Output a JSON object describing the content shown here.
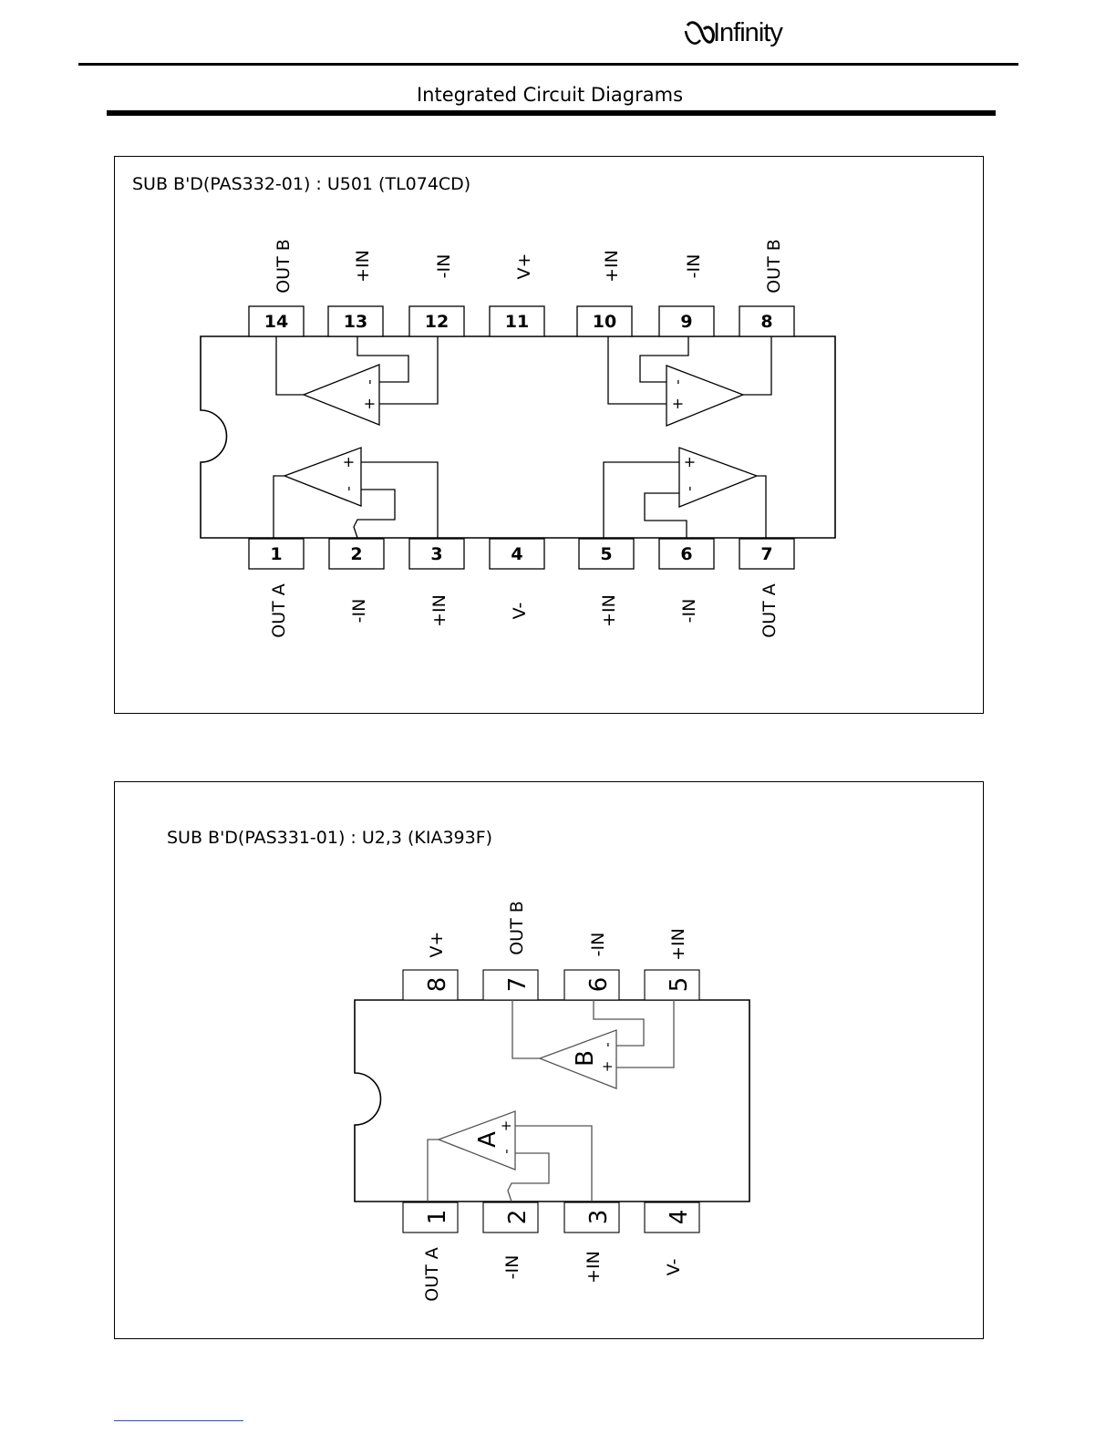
{
  "header": {
    "logo_text": "Infinity",
    "title": "Integrated Circuit Diagrams"
  },
  "ic1": {
    "title": "SUB B'D(PAS332-01) : U501 (TL074CD)",
    "top_pins": [
      {
        "num": "14",
        "label": "OUT B"
      },
      {
        "num": "13",
        "label": "+IN"
      },
      {
        "num": "12",
        "label": "-IN"
      },
      {
        "num": "11",
        "label": "V+"
      },
      {
        "num": "10",
        "label": "+IN"
      },
      {
        "num": "9",
        "label": "-IN"
      },
      {
        "num": "8",
        "label": "OUT B"
      }
    ],
    "bottom_pins": [
      {
        "num": "1",
        "label": "OUT A"
      },
      {
        "num": "2",
        "label": "-IN"
      },
      {
        "num": "3",
        "label": "+IN"
      },
      {
        "num": "4",
        "label": "V-"
      },
      {
        "num": "5",
        "label": "+IN"
      },
      {
        "num": "6",
        "label": "-IN"
      },
      {
        "num": "7",
        "label": "OUT A"
      }
    ]
  },
  "ic2": {
    "title": "SUB B'D(PAS331-01) : U2,3 (KIA393F)",
    "top_pins": [
      {
        "num": "8",
        "label": "V+"
      },
      {
        "num": "7",
        "label": "OUT B"
      },
      {
        "num": "6",
        "label": "-IN"
      },
      {
        "num": "5",
        "label": "+IN"
      }
    ],
    "bottom_pins": [
      {
        "num": "1",
        "label": "OUT A"
      },
      {
        "num": "2",
        "label": "-IN"
      },
      {
        "num": "3",
        "label": "+IN"
      },
      {
        "num": "4",
        "label": "V-"
      }
    ],
    "amp_a_label": "A",
    "amp_b_label": "B"
  },
  "signs": {
    "plus": "+",
    "minus": "-"
  }
}
